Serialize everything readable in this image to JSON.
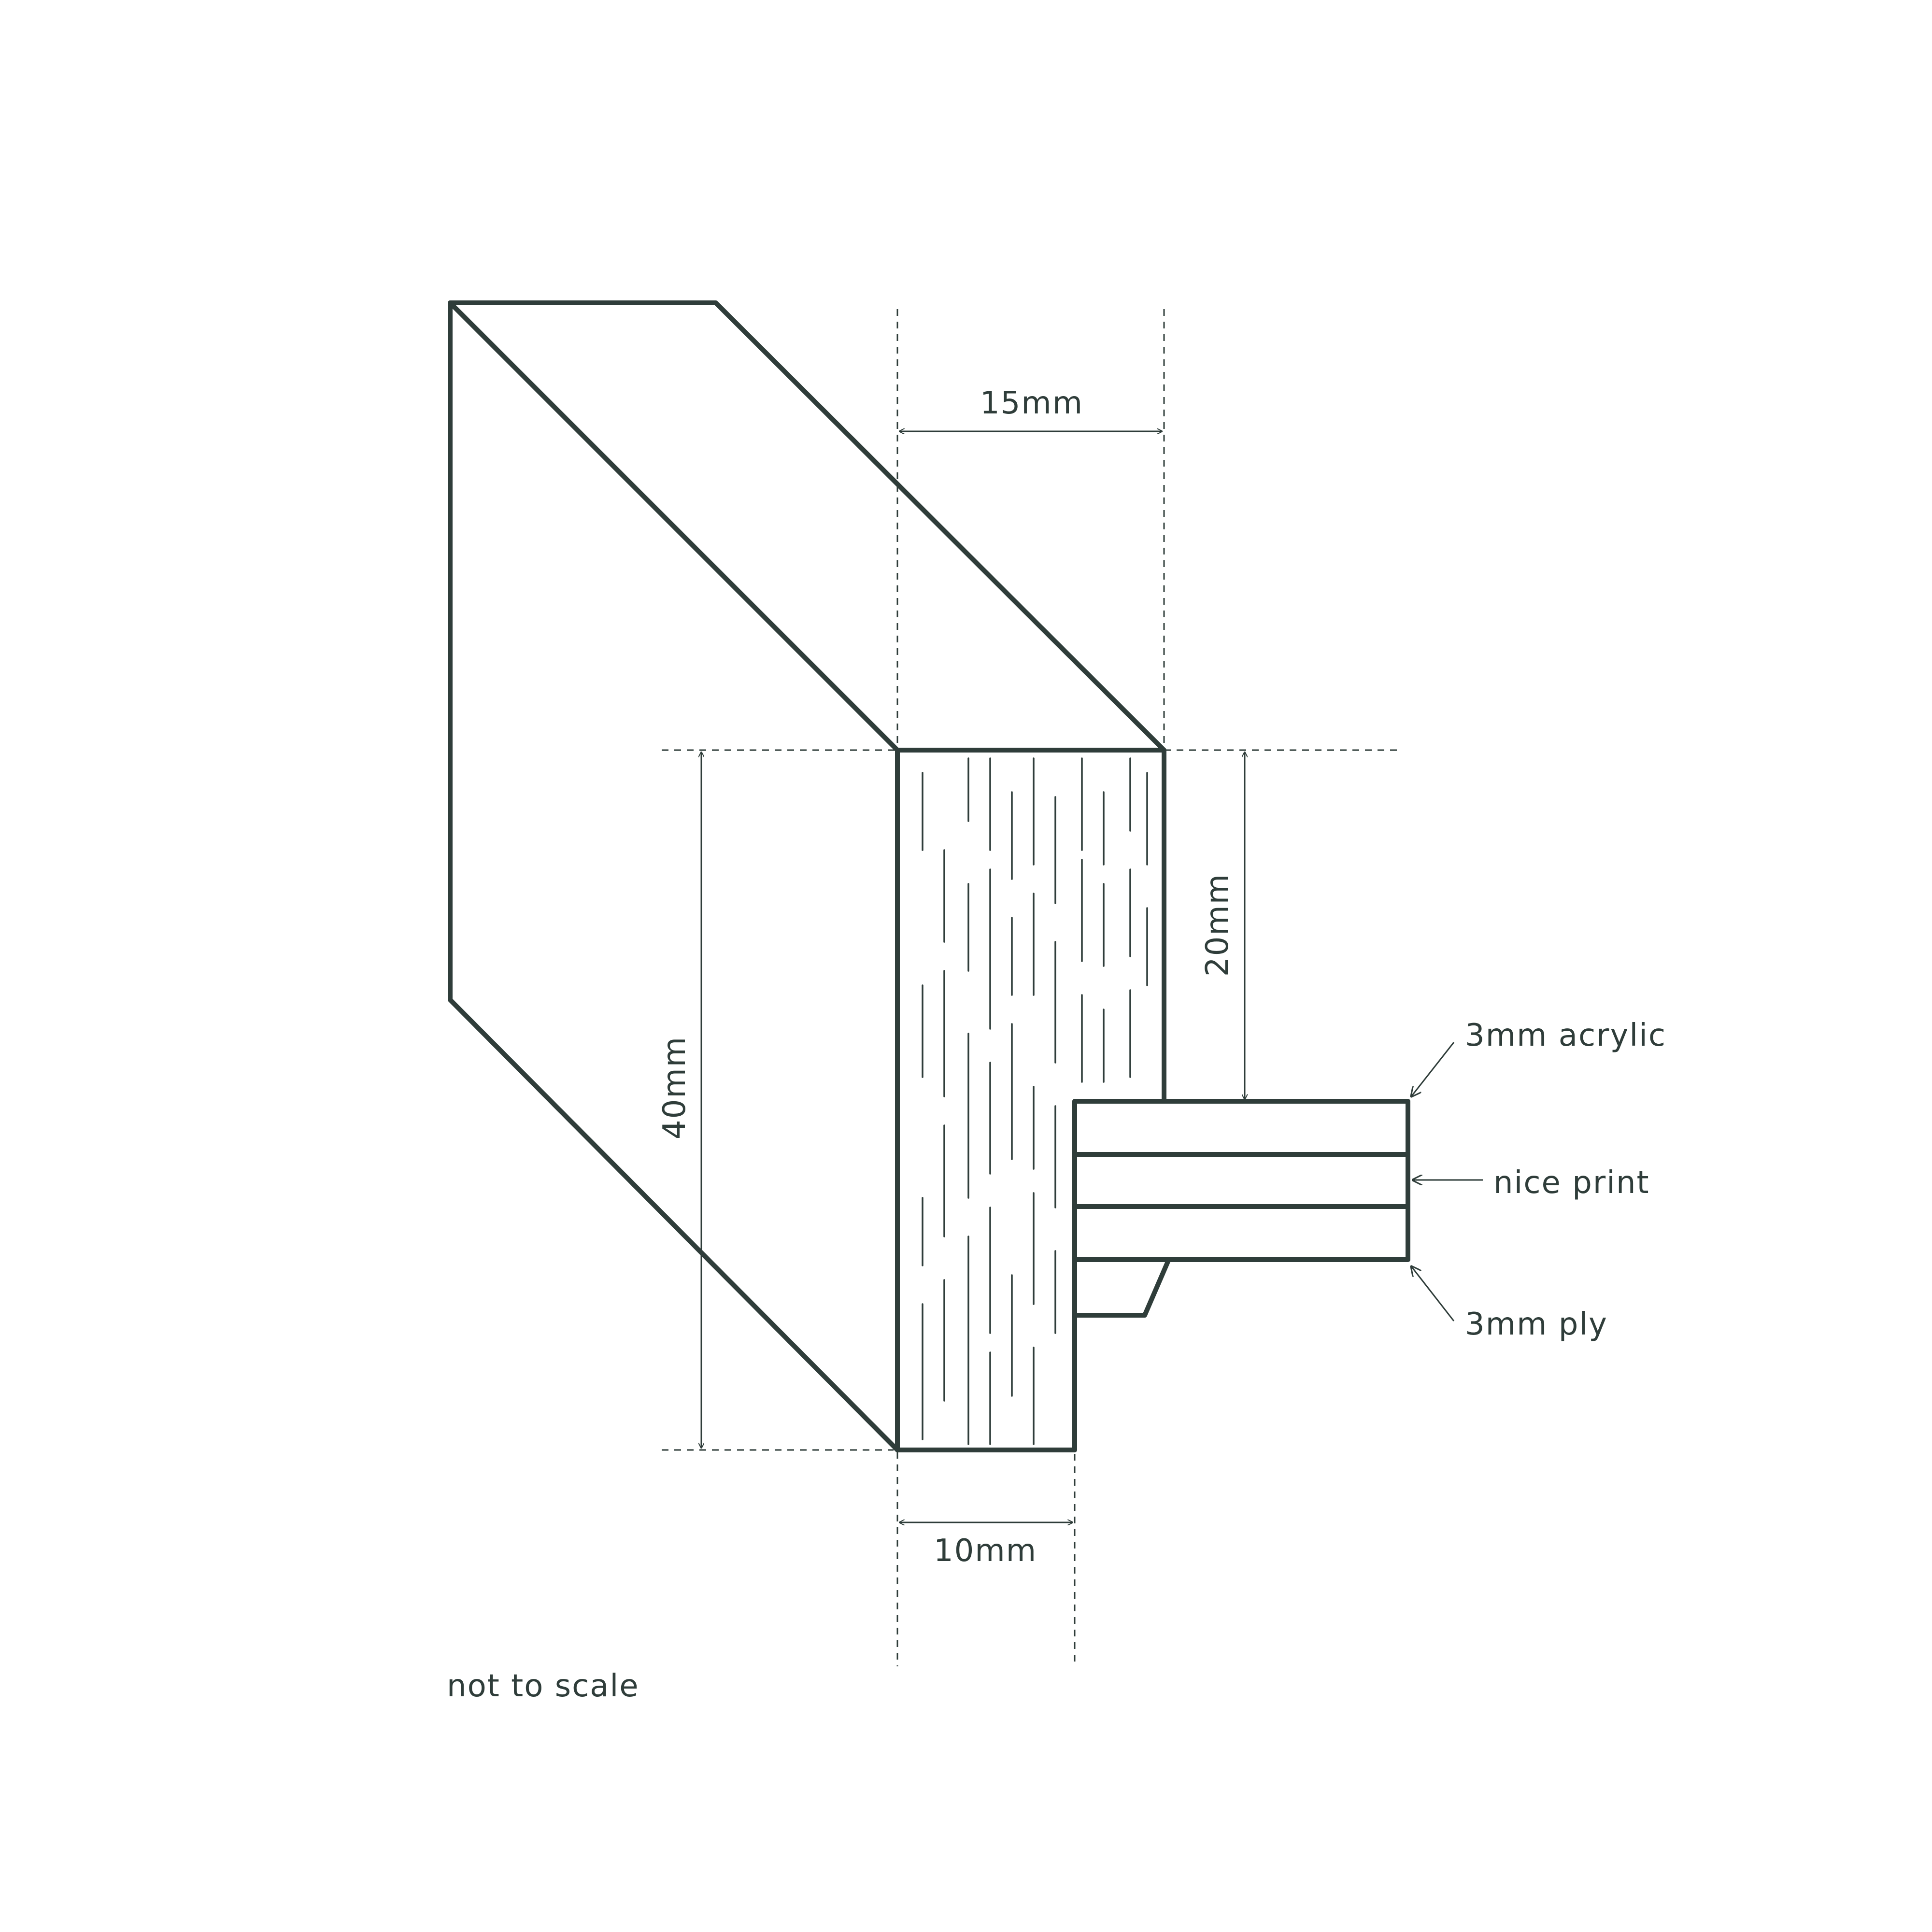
{
  "colors": {
    "ink": "#2f3d3a",
    "paper": "#ffffff"
  },
  "labels": {
    "top_width": "15mm",
    "total_height": "40mm",
    "rebate_depth": "20mm",
    "bottom_width": "10mm",
    "acrylic": "3mm acrylic",
    "print": "nice print",
    "ply": "3mm ply",
    "scale_note": "not to scale"
  }
}
